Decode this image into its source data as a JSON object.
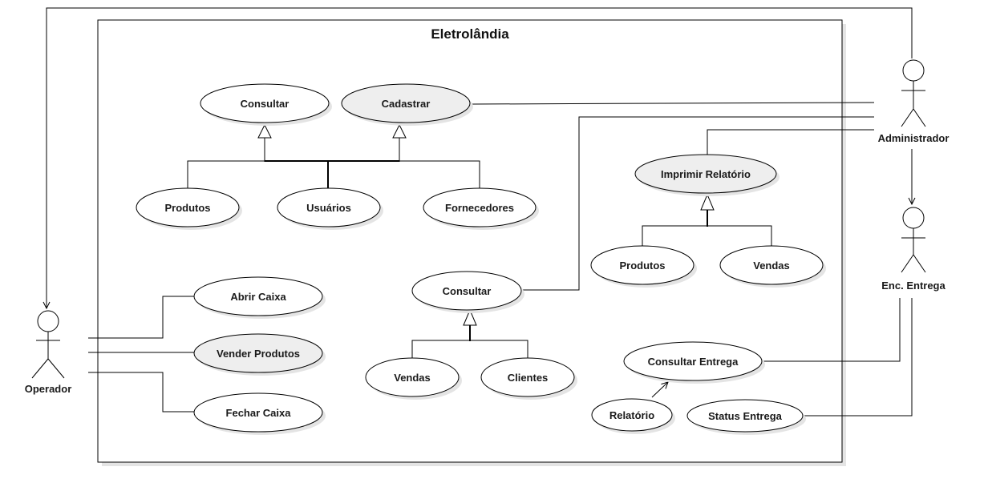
{
  "system": {
    "title": "Eletrolândia"
  },
  "actors": {
    "administrador": "Administrador",
    "enc_entrega": "Enc. Entrega",
    "operador": "Operador"
  },
  "use_cases": {
    "consultar_top": "Consultar",
    "cadastrar": "Cadastrar",
    "produtos_cad": "Produtos",
    "usuarios": "Usuários",
    "fornecedores": "Fornecedores",
    "imprimir_relatorio": "Imprimir Relatório",
    "produtos_rel": "Produtos",
    "vendas_rel": "Vendas",
    "consultar_mid": "Consultar",
    "vendas_cons": "Vendas",
    "clientes": "Clientes",
    "abrir_caixa": "Abrir Caixa",
    "vender_produtos": "Vender Produtos",
    "fechar_caixa": "Fechar Caixa",
    "consultar_entrega": "Consultar Entrega",
    "relatorio": "Relatório",
    "status_entrega": "Status Entrega"
  },
  "colors": {
    "highlight_fill": "#eeeeee",
    "normal_fill": "#ffffff",
    "line": "#000000"
  }
}
